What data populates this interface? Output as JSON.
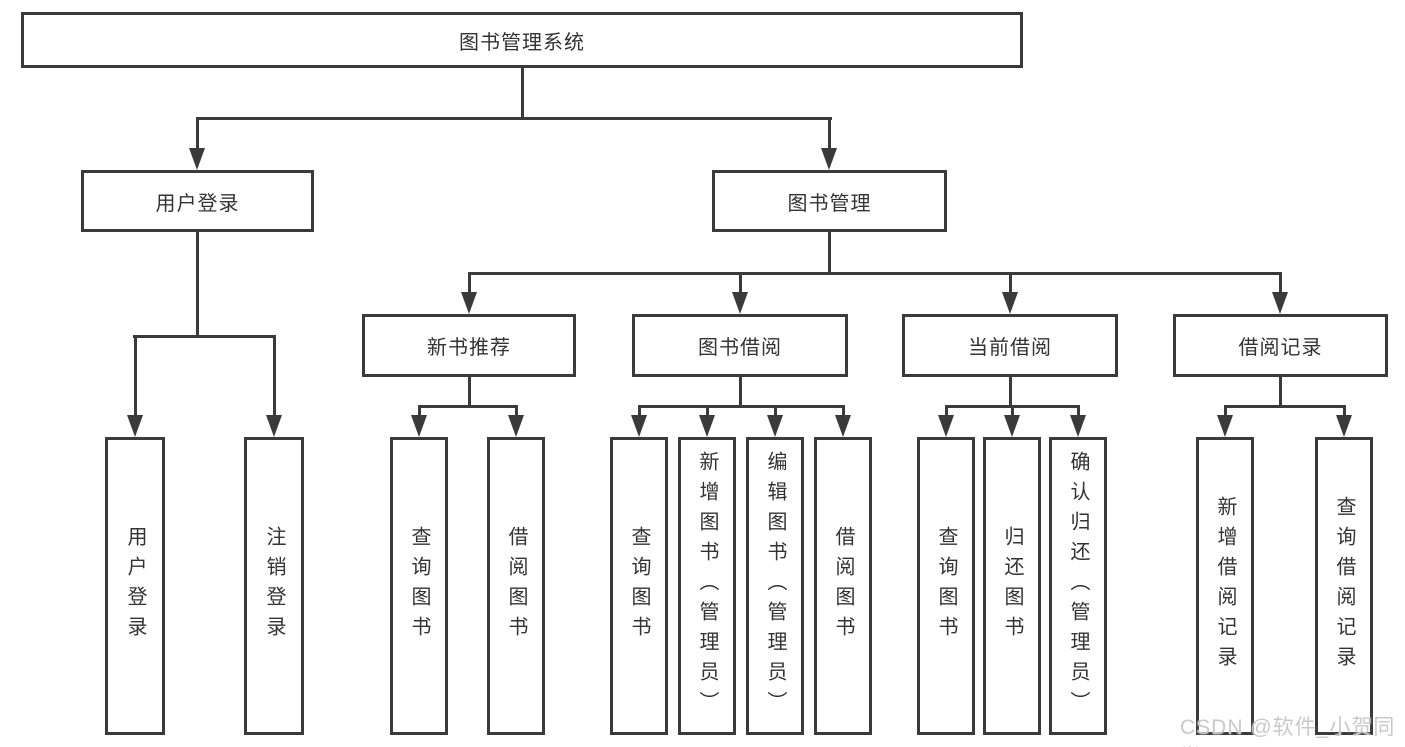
{
  "nodes": {
    "root": "图书管理系统",
    "level2": [
      {
        "label": "用户登录"
      },
      {
        "label": "图书管理"
      }
    ],
    "level3": [
      {
        "label": "新书推荐"
      },
      {
        "label": "图书借阅"
      },
      {
        "label": "当前借阅"
      },
      {
        "label": "借阅记录"
      }
    ],
    "leaves": {
      "user": [
        {
          "label": "用户登录"
        },
        {
          "label": "注销登录"
        }
      ],
      "recommend": [
        {
          "label": "查询图书"
        },
        {
          "label": "借阅图书"
        }
      ],
      "borrow": [
        {
          "label": "查询图书"
        },
        {
          "label": "新增图书（管理员）"
        },
        {
          "label": "编辑图书（管理员）"
        },
        {
          "label": "借阅图书"
        }
      ],
      "current": [
        {
          "label": "查询图书"
        },
        {
          "label": "归还图书"
        },
        {
          "label": "确认归还（管理员）"
        }
      ],
      "records": [
        {
          "label": "新增借阅记录"
        },
        {
          "label": "查询借阅记录"
        }
      ]
    }
  },
  "watermark": "CSDN @软件_小贺同学",
  "colors": {
    "line": "#3a3a3a",
    "text": "#333333",
    "watermark": "#c9c9c9",
    "background": "#ffffff"
  }
}
